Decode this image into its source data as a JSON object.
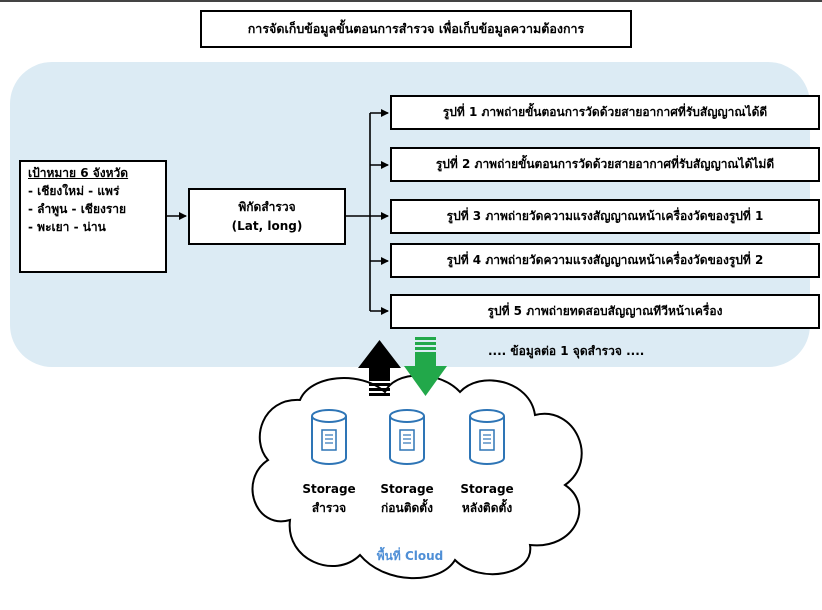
{
  "title": "การจัดเก็บข้อมูลขั้นตอนการสำรวจ เพื่อเก็บข้อมูลความต้องการ",
  "goal": {
    "title": "เป้าหมาย 6 จังหวัด",
    "lines": [
      "- เชียงใหม่ - แพร่",
      "- ลำพูน - เชียงราย",
      "- พะเยา - น่าน"
    ]
  },
  "coord": {
    "label": "พิกัดสำรวจ",
    "sub": "(Lat, long)"
  },
  "photos": [
    "รูปที่ 1 ภาพถ่ายขั้นตอนการวัดด้วยสายอากาศที่รับสัญญาณได้ดี",
    "รูปที่ 2 ภาพถ่ายขั้นตอนการวัดด้วยสายอากาศที่รับสัญญาณได้ไม่ดี",
    "รูปที่ 3 ภาพถ่ายวัดความแรงสัญญาณหน้าเครื่องวัดของรูปที่ 1",
    "รูปที่ 4 ภาพถ่ายวัดความแรงสัญญาณหน้าเครื่องวัดของรูปที่ 2",
    "รูปที่ 5 ภาพถ่ายทดสอบสัญญาณทีวีหน้าเครื่อง"
  ],
  "per_point": ".... ข้อมูลต่อ 1 จุดสำรวจ ....",
  "storages": [
    {
      "line1": "Storage",
      "line2": "สำรวจ"
    },
    {
      "line1": "Storage",
      "line2": "ก่อนติดตั้ง"
    },
    {
      "line1": "Storage",
      "line2": "หลังติดตั้ง"
    }
  ],
  "cloud_caption": "พื้นที่ Cloud",
  "colors": {
    "panel": "#dcebf4",
    "up_arrow": "#000000",
    "down_arrow": "#22a84a",
    "storage_icon": "#2e75b6",
    "cloud_caption": "#4f8fd6"
  },
  "icons": {
    "storage": "database-document-icon",
    "upload": "arrow-up-icon",
    "download": "arrow-down-icon",
    "cloud": "cloud-shape"
  }
}
